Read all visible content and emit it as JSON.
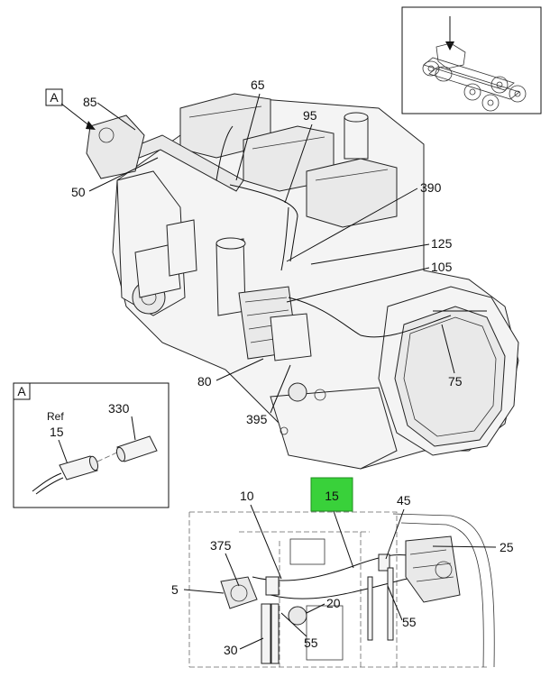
{
  "view_marker": "A",
  "callouts": {
    "c85": "85",
    "c65": "65",
    "c95": "95",
    "c50": "50",
    "c390": "390",
    "c125": "125",
    "c105": "105",
    "c80": "80",
    "c75": "75",
    "c395": "395"
  },
  "detail_a": {
    "marker": "A",
    "ref_label": "Ref",
    "ref_number": "15",
    "part_330": "330"
  },
  "lower_detail": {
    "highlighted": "15",
    "c10": "10",
    "c45": "45",
    "c375": "375",
    "c25": "25",
    "c5": "5",
    "c20": "20",
    "c55a": "55",
    "c30": "30",
    "c55b": "55"
  },
  "colors": {
    "highlight": "#39d13a",
    "line": "#111111"
  }
}
